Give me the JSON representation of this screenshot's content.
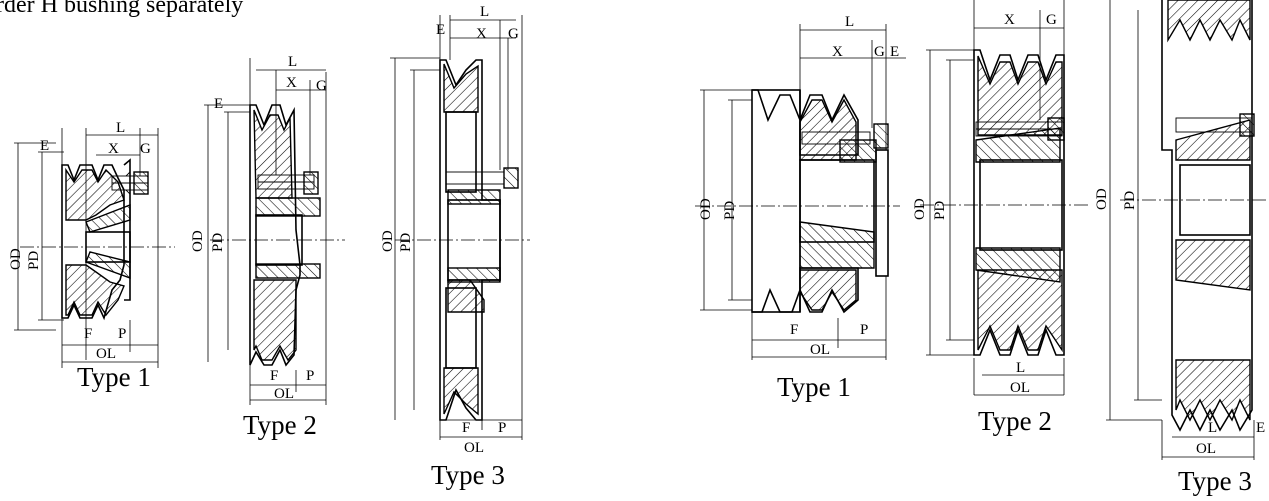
{
  "header": {
    "text": "rder H bushing separately"
  },
  "left_group": {
    "type1": {
      "caption": "Type 1",
      "labels": {
        "L": "L",
        "X": "X",
        "G": "G",
        "E": "E",
        "OD": "OD",
        "PD": "PD",
        "F": "F",
        "P": "P",
        "OL": "OL"
      }
    },
    "type2": {
      "caption": "Type 2",
      "labels": {
        "L": "L",
        "X": "X",
        "G": "G",
        "E": "E",
        "OD": "OD",
        "PD": "PD",
        "F": "F",
        "P": "P",
        "OL": "OL"
      }
    },
    "type3": {
      "caption": "Type 3",
      "labels": {
        "L": "L",
        "X": "X",
        "G": "G",
        "E": "E",
        "OD": "OD",
        "PD": "PD",
        "F": "F",
        "P": "P",
        "OL": "OL"
      }
    }
  },
  "right_group": {
    "type1": {
      "caption": "Type 1",
      "labels": {
        "L": "L",
        "X": "X",
        "G": "G",
        "E": "E",
        "OD": "OD",
        "PD": "PD",
        "F": "F",
        "P": "P",
        "OL": "OL"
      }
    },
    "type2": {
      "caption": "Type 2",
      "labels": {
        "X": "X",
        "G": "G",
        "OD": "OD",
        "PD": "PD",
        "L": "L",
        "OL": "OL"
      }
    },
    "type3": {
      "caption": "Type 3",
      "labels": {
        "OD": "OD",
        "PD": "PD",
        "L": "L",
        "E": "E",
        "OL": "OL"
      }
    }
  }
}
